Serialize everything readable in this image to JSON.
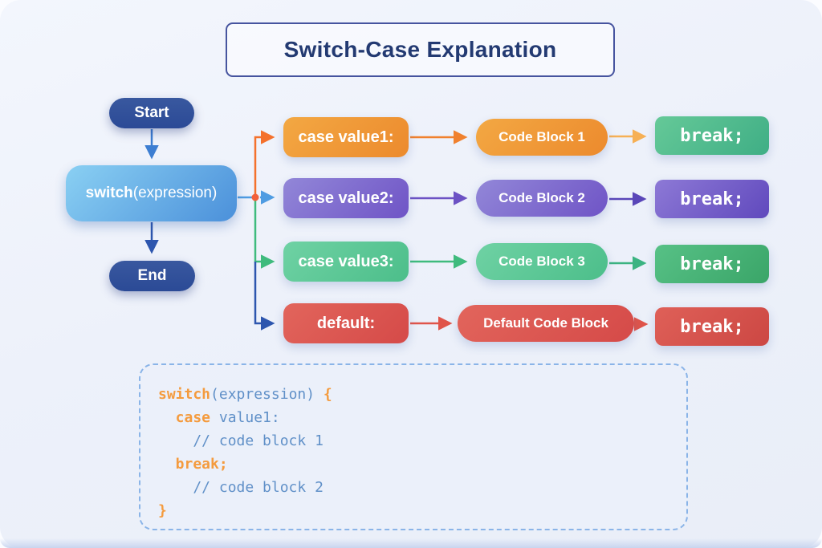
{
  "title": "Switch-Case Explanation",
  "flowchart": {
    "start_label": "Start",
    "end_label": "End",
    "switch_keyword": "switch",
    "switch_expression": "(expression)"
  },
  "rows": [
    {
      "case_label": "case value1:",
      "code_label": "Code Block 1",
      "break_label": "break;"
    },
    {
      "case_label": "case value2:",
      "code_label": "Code Block 2",
      "break_label": "break;"
    },
    {
      "case_label": "case value3:",
      "code_label": "Code Block 3",
      "break_label": "break;"
    },
    {
      "case_label": "default:",
      "code_label": "Default Code Block",
      "break_label": "break;"
    }
  ],
  "code_snippet": {
    "lines": [
      [
        {
          "text": "switch",
          "color": "orange"
        },
        {
          "text": "(expression)",
          "color": "blue"
        },
        {
          "text": " {",
          "color": "orange"
        }
      ],
      [
        {
          "text": "  case",
          "color": "orange"
        },
        {
          "text": " value1:",
          "color": "blue"
        }
      ],
      [
        {
          "text": "    // code block 1",
          "color": "blue"
        }
      ],
      [
        {
          "text": "  break;",
          "color": "orange"
        }
      ],
      [
        {
          "text": "    // code block 2",
          "color": "blue"
        }
      ],
      [
        {
          "text": "}",
          "color": "orange"
        }
      ]
    ]
  },
  "colors": {
    "title_text": "#233a72",
    "node_blue": "#2b4a96",
    "switch_grad_start": "#8ad0f3",
    "switch_grad_end": "#4b90da",
    "orange_start": "#f3a843",
    "orange_end": "#ec8a2d",
    "purple_start": "#9287d8",
    "purple_end": "#6f54c6",
    "green_start": "#6fd2a4",
    "green_end": "#4cbe8a",
    "red_start": "#e2655c",
    "red_end": "#d54a48",
    "teal_start": "#65c998",
    "teal_end": "#3fae85",
    "purplebreak_start": "#8d79d6",
    "purplebreak_end": "#6049bd",
    "greenbreak_start": "#57c186",
    "greenbreak_end": "#3aa568",
    "redbreak_start": "#df6058",
    "redbreak_end": "#cc4743",
    "arrow_blue": "#3d7ed2",
    "arrow_navy": "#2d56ae",
    "arrow_lightblue": "#4f9ce2",
    "arrow_orange": "#f4712c",
    "arrow_orange_mid": "#f0812e",
    "arrow_orange_light": "#f6b055",
    "arrow_purple": "#6c52c4",
    "arrow_purple_dark": "#5946b8",
    "arrow_green": "#3fbb7d",
    "arrow_teal": "#3bb381",
    "arrow_red": "#e0544a",
    "junction_dot": "#f2603a",
    "code_orange": "#f49b3e",
    "code_blue": "#6090c8",
    "panel_border": "#8ab4e8"
  }
}
